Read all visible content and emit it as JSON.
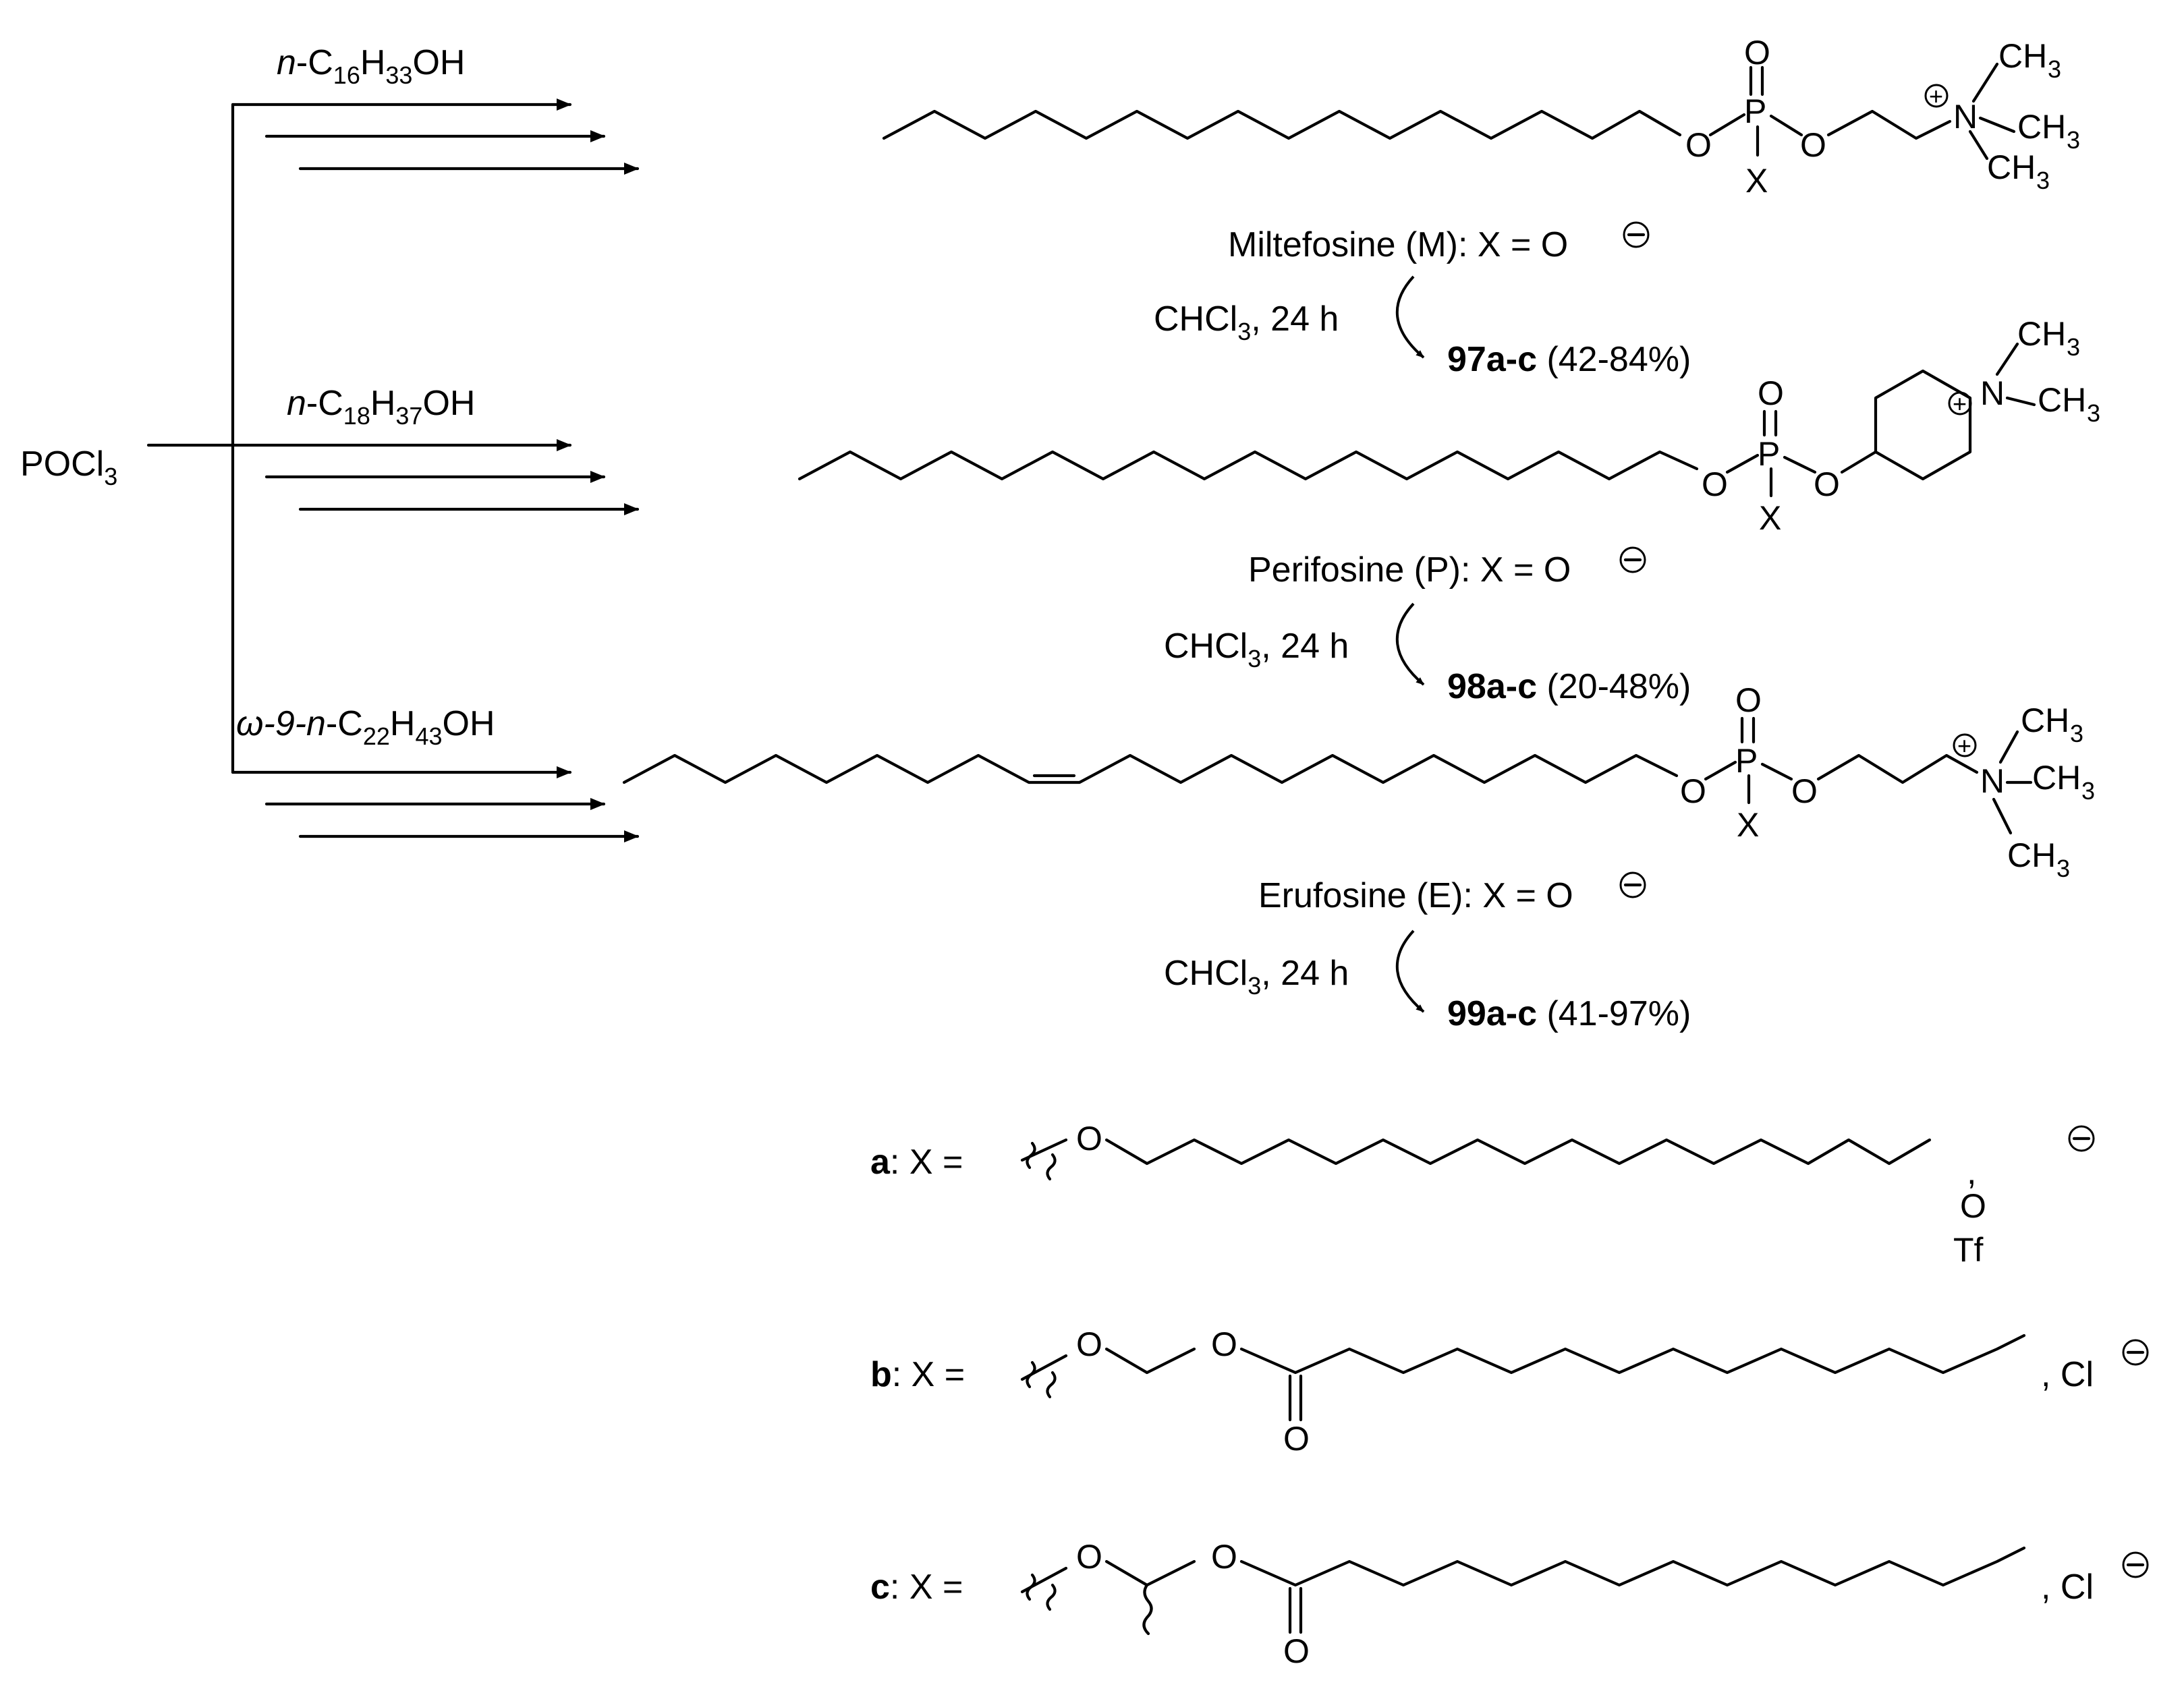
{
  "reagent": {
    "prefix": "POCl",
    "sub": "3"
  },
  "alcohols": [
    {
      "prefix": "n",
      "formula": "-C",
      "s1": "16",
      "mid": "H",
      "s2": "33",
      "suffix": "OH"
    },
    {
      "prefix": "n",
      "formula": "-C",
      "s1": "18",
      "mid": "H",
      "s2": "37",
      "suffix": "OH"
    },
    {
      "prefix": "ω-9-n",
      "formula": "-C",
      "s1": "22",
      "mid": "H",
      "s2": "43",
      "suffix": "OH"
    }
  ],
  "drugs": [
    {
      "name": "Miltefosine (M): X = O",
      "reaction": "CHCl",
      "reaction_sub": "3",
      "reaction_tail": ", 24 h",
      "product": "97a-c",
      "yield": " (42-84%)"
    },
    {
      "name": "Perifosine (P): X = O",
      "reaction": "CHCl",
      "reaction_sub": "3",
      "reaction_tail": ", 24 h",
      "product": "98a-c",
      "yield": " (20-48%)"
    },
    {
      "name": "Erufosine (E): X = O",
      "reaction": "CHCl",
      "reaction_sub": "3",
      "reaction_tail": ", 24 h",
      "product": "99a-c",
      "yield": " (41-97%)"
    }
  ],
  "atoms": {
    "O": "O",
    "P": "P",
    "X": "X",
    "N": "N",
    "CH": "CH",
    "three": "3",
    "Tf": "Tf",
    "comma": ",",
    "Cl_comma": ", Cl",
    "plus": "+",
    "minus": "−"
  },
  "substituents": [
    {
      "letter": "a",
      "eq": ": X ="
    },
    {
      "letter": "b",
      "eq": ": X ="
    },
    {
      "letter": "c",
      "eq": ": X ="
    }
  ]
}
